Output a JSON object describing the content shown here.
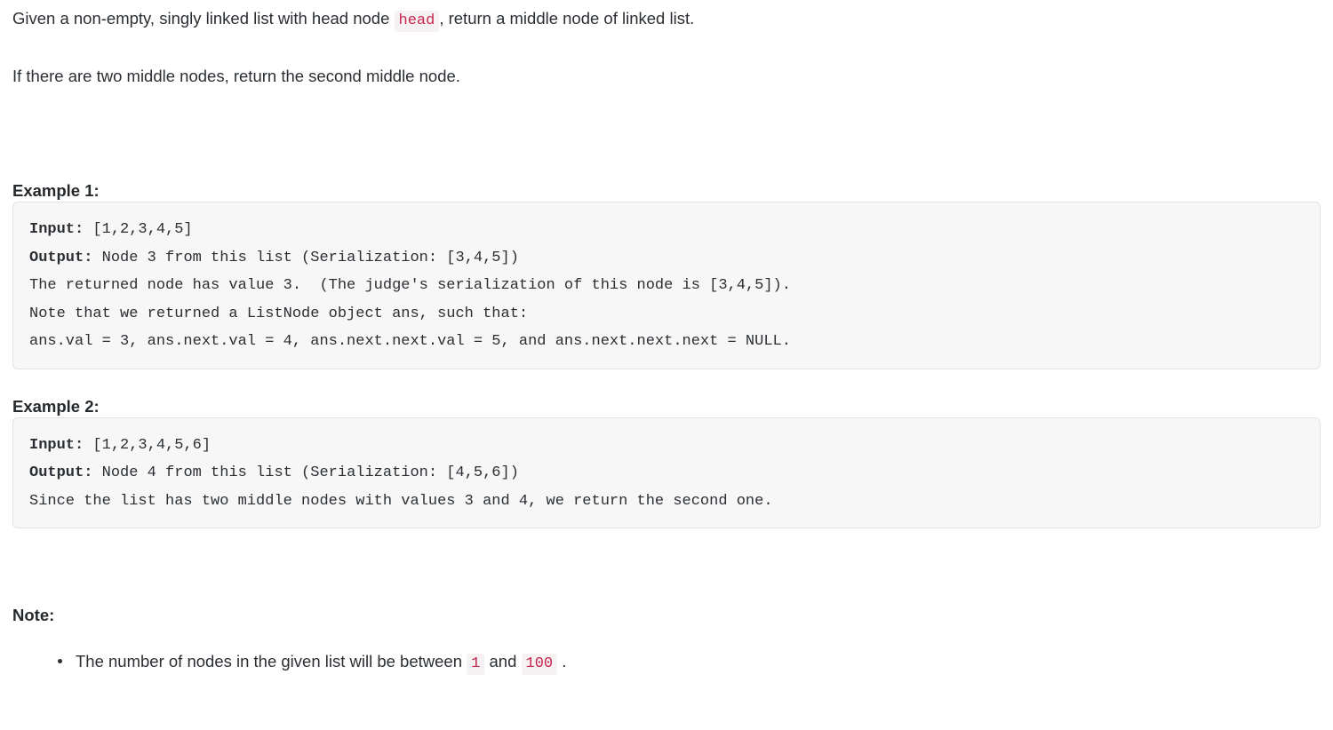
{
  "document": {
    "intro": {
      "line1_before": "Given a non-empty, singly linked list with head node",
      "line1_code": "head",
      "line1_after": ", return a middle node of linked list.",
      "line2": "If there are two middle nodes, return the second middle node."
    },
    "examples": [
      {
        "heading": "Example 1:",
        "input_label": "Input:",
        "input_value": " [1,2,3,4,5]",
        "output_label": "Output:",
        "output_value": " Node 3 from this list (Serialization: [3,4,5])",
        "explanation": "The returned node has value 3.  (The judge's serialization of this node is [3,4,5]).\nNote that we returned a ListNode object ans, such that:\nans.val = 3, ans.next.val = 4, ans.next.next.val = 5, and ans.next.next.next = NULL."
      },
      {
        "heading": "Example 2:",
        "input_label": "Input:",
        "input_value": " [1,2,3,4,5,6]",
        "output_label": "Output:",
        "output_value": " Node 4 from this list (Serialization: [4,5,6])",
        "explanation": "Since the list has two middle nodes with values 3 and 4, we return the second one."
      }
    ],
    "note": {
      "heading": "Note:",
      "items": [
        {
          "text_before": "The number of nodes in the given list will be between",
          "code_min": "1",
          "text_middle": "and",
          "code_max": "100",
          "text_after": "."
        }
      ]
    },
    "colors": {
      "body_text": "#2b2f33",
      "inline_code_text": "#c7254e",
      "inline_code_bg": "#f6f2f3",
      "code_block_bg": "#f7f7f7",
      "code_block_border": "#e3e3e3",
      "page_bg": "#ffffff"
    }
  }
}
